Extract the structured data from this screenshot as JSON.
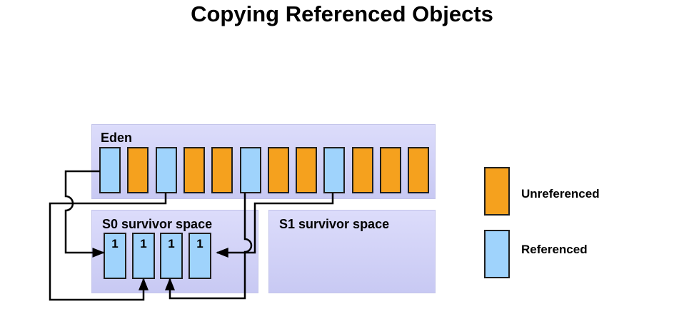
{
  "title": "Copying Referenced Objects",
  "eden": {
    "label": "Eden",
    "objects": [
      {
        "state": "referenced"
      },
      {
        "state": "unreferenced"
      },
      {
        "state": "referenced"
      },
      {
        "state": "unreferenced"
      },
      {
        "state": "unreferenced"
      },
      {
        "state": "referenced"
      },
      {
        "state": "unreferenced"
      },
      {
        "state": "unreferenced"
      },
      {
        "state": "referenced"
      },
      {
        "state": "unreferenced"
      },
      {
        "state": "unreferenced"
      },
      {
        "state": "unreferenced"
      }
    ]
  },
  "s0": {
    "label": "S0 survivor space",
    "objects": [
      {
        "age": "1"
      },
      {
        "age": "1"
      },
      {
        "age": "1"
      },
      {
        "age": "1"
      }
    ]
  },
  "s1": {
    "label": "S1 survivor space"
  },
  "legend": {
    "unreferenced": "Unreferenced",
    "referenced": "Referenced"
  },
  "colors": {
    "unreferenced": "#f5a11e",
    "referenced": "#9fd3fc",
    "region": "#d6d6f8"
  }
}
